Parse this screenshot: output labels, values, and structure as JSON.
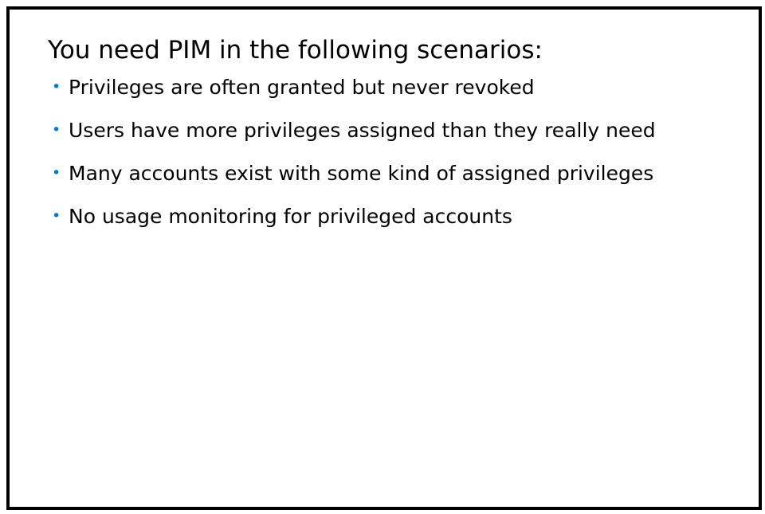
{
  "slide": {
    "title": "You need PIM in the following scenarios:",
    "bullet_symbol": "•",
    "bullet_color": "#0078d4",
    "items": [
      {
        "text": "Privileges are often granted but never revoked"
      },
      {
        "text": "Users have more privileges assigned than they really need"
      },
      {
        "text": "Many accounts exist with some kind of assigned privileges"
      },
      {
        "text": "No usage monitoring for privileged accounts"
      }
    ]
  }
}
